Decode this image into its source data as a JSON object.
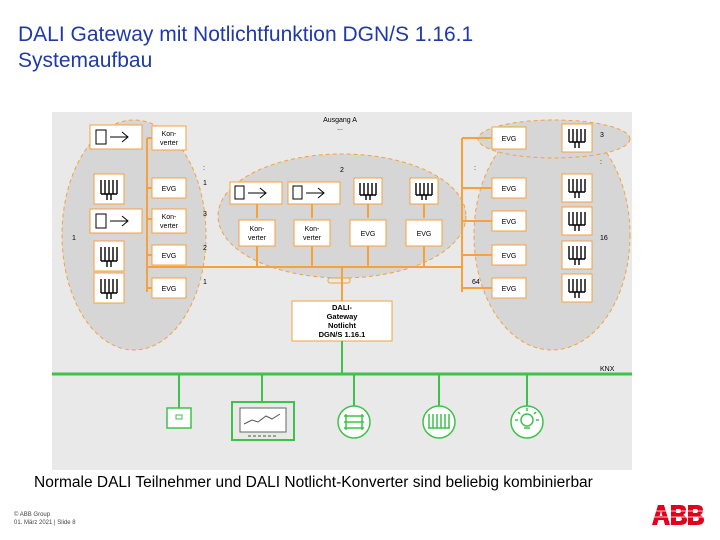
{
  "title": {
    "line1": "DALI Gateway mit Notlichtfunktion DGN/S 1.16.1",
    "line2": "Systemaufbau"
  },
  "diagram": {
    "top_label": "Ausgang A",
    "top_sub": "...",
    "converter_label": [
      "Kon-",
      "verter"
    ],
    "evg_label": "EVG",
    "gateway_label": [
      "DALI-",
      "Gateway",
      "Notlicht",
      "DGN/S 1.16.1"
    ],
    "bus_label": "KNX",
    "left_numbers": [
      "1",
      "2",
      "3",
      "1"
    ],
    "left_group": "1",
    "right_numbers": [
      "3",
      "64"
    ],
    "right_group": "16",
    "mid_number": "2",
    "dots": ":",
    "colors": {
      "bus_orange": "#f4a23c",
      "knx_green": "#3fc24a",
      "group_fill": "#d6d6d6",
      "background": "#e9e9e9"
    }
  },
  "caption": "Normale  DALI Teilnehmer und DALI Notlicht-Konverter sind beliebig kombinierbar",
  "footer": {
    "line1": "© ABB Group",
    "line2": "01. März 2021 | Slide 8"
  },
  "logo": {
    "text": "ABB",
    "color": "#e2001a"
  }
}
